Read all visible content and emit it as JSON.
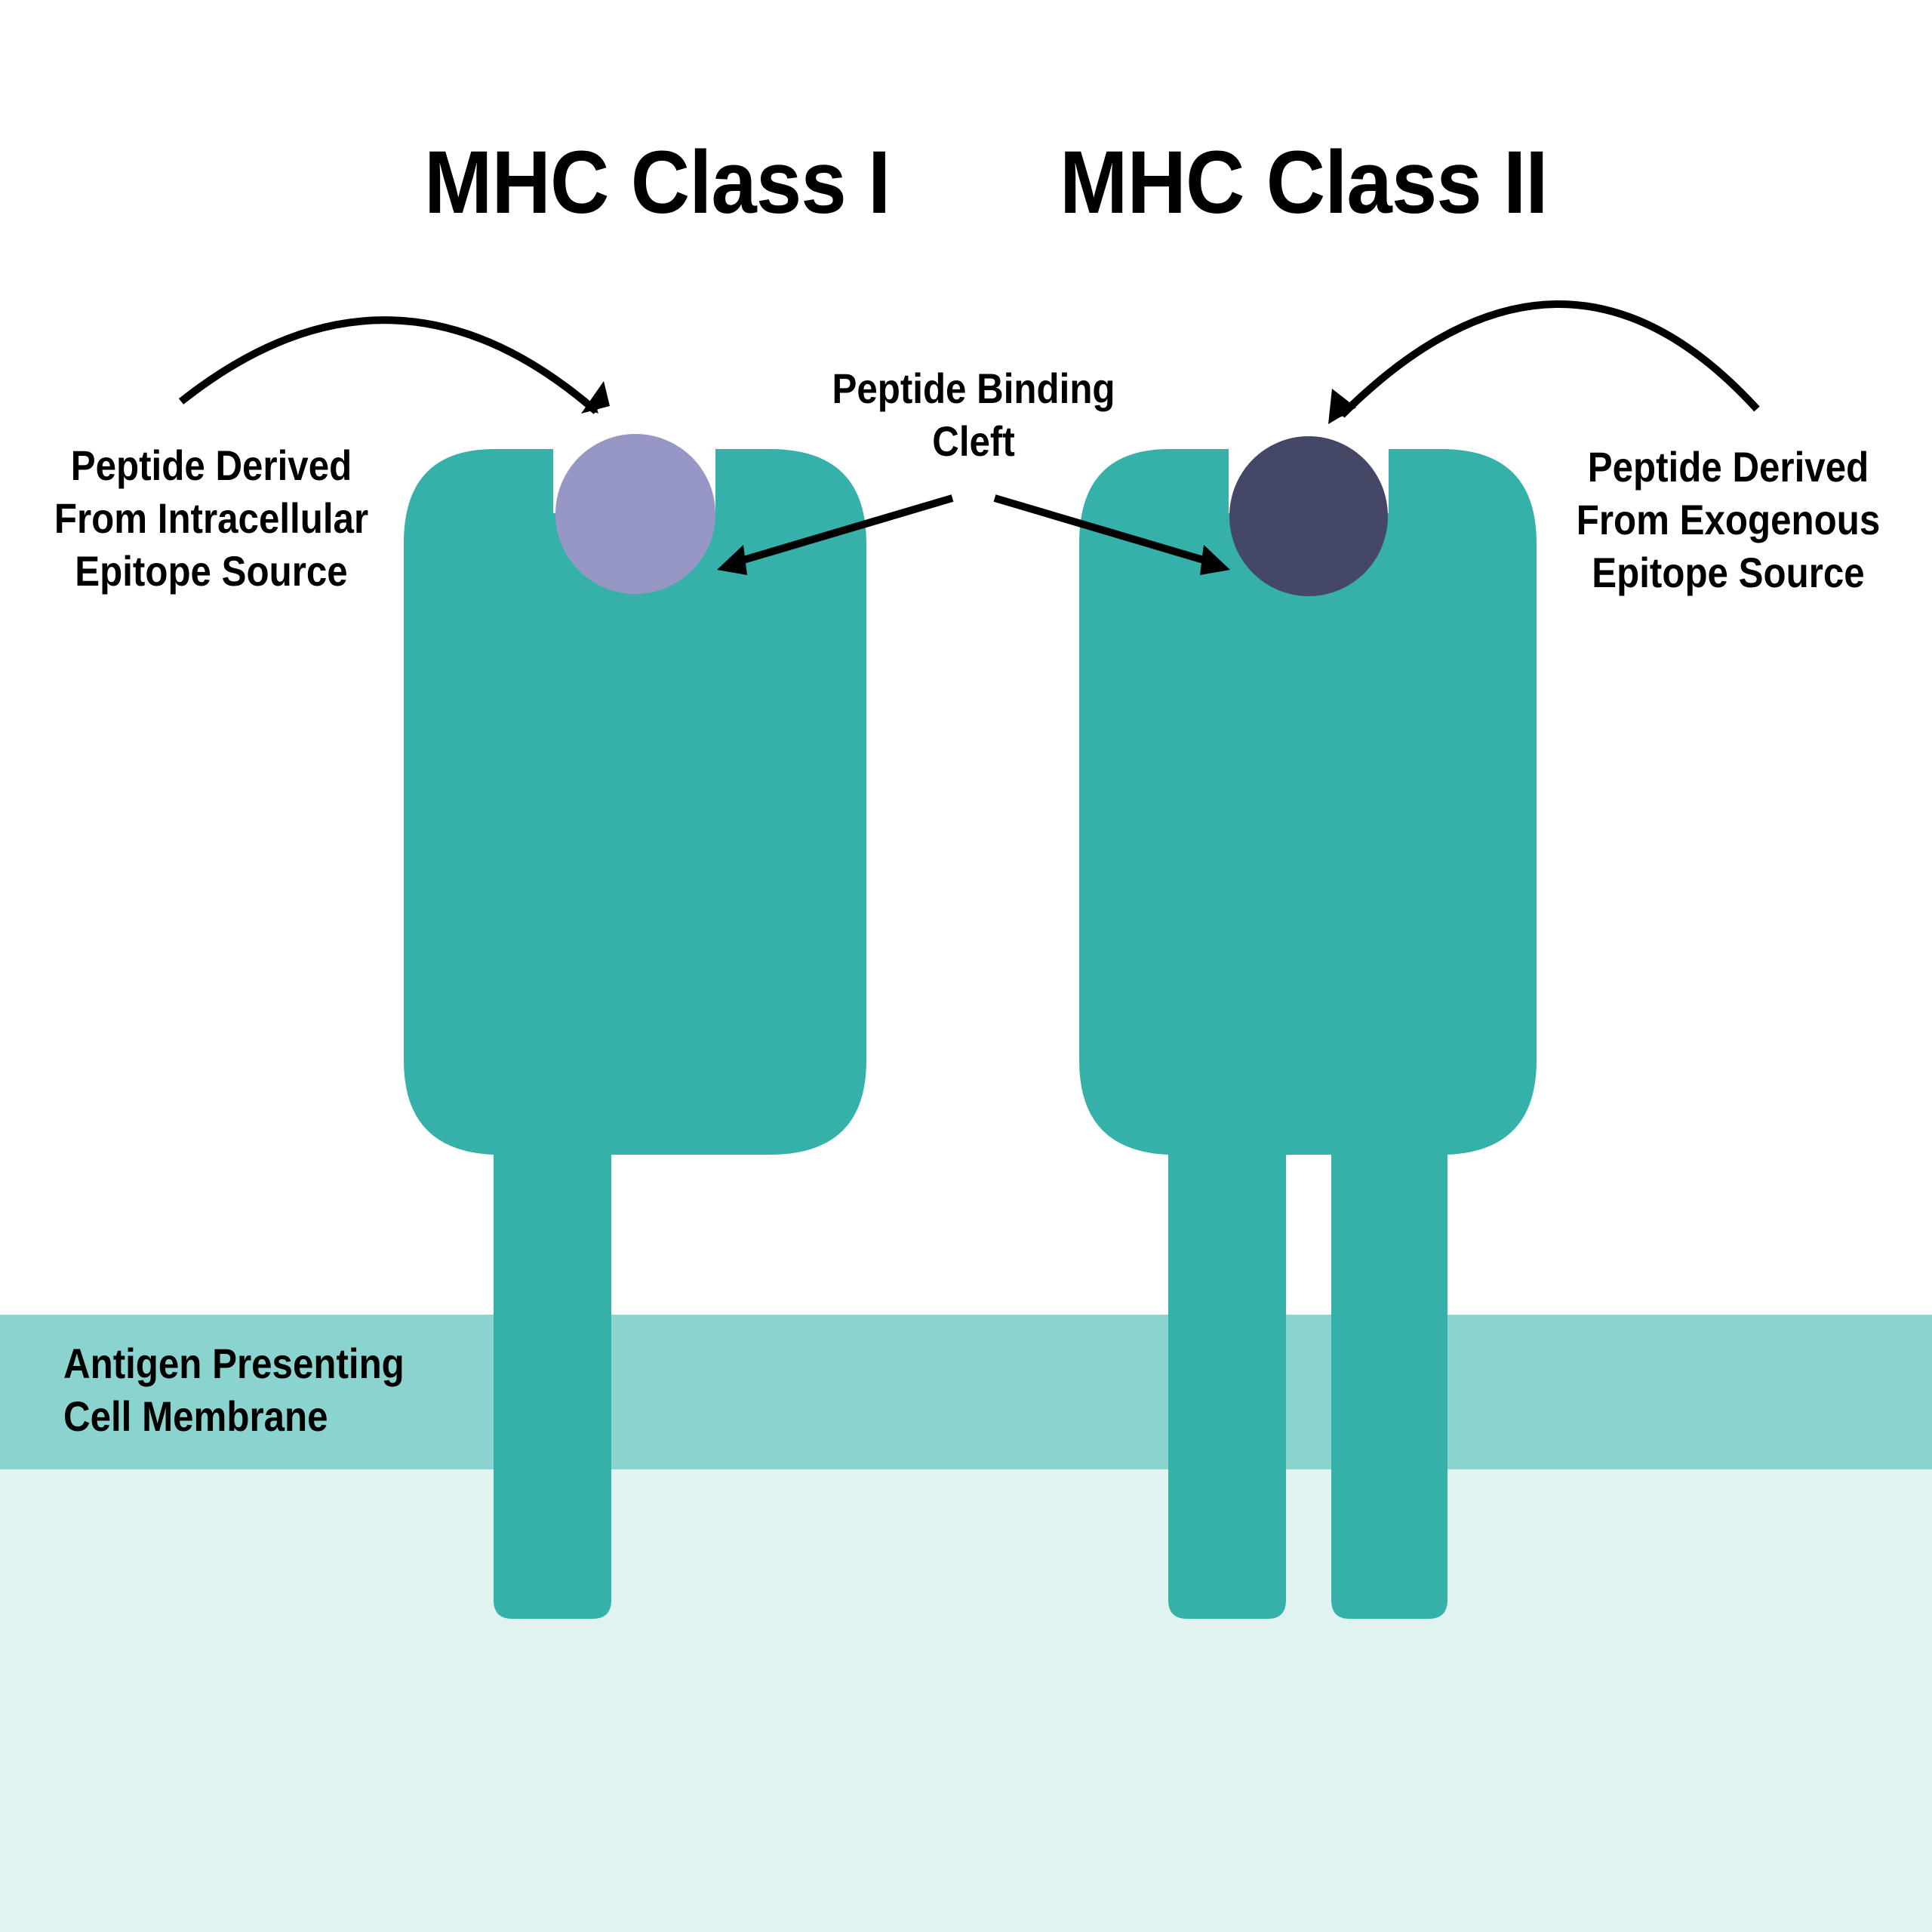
{
  "titles": {
    "class_one": "MHC Class I",
    "class_two": "MHC Class II"
  },
  "labels": {
    "intracellular": [
      "Peptide Derived",
      "From Intracellular",
      "Epitope Source"
    ],
    "exogenous": [
      "Peptide Derived",
      "From Exogenous",
      "Epitope Source"
    ],
    "binding_cleft": [
      "Peptide Binding",
      "Cleft"
    ],
    "membrane": [
      "Antigen Presenting",
      "Cell Membrane"
    ]
  },
  "colors": {
    "protein": "#35B1AA",
    "membrane": "#8BD3CE",
    "cytoplasm": "#E0F3F1",
    "peptide_intracellular": "#9697C5",
    "peptide_exogenous": "#454766",
    "arrow": "#000000",
    "background": "#FFFFFF"
  }
}
